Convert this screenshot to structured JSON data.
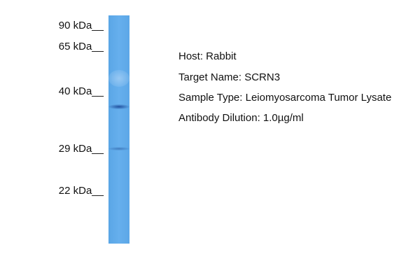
{
  "markers": [
    {
      "label": "90 kDa__"
    },
    {
      "label": "65 kDa__"
    },
    {
      "label": "40 kDa__"
    },
    {
      "label": "29 kDa__"
    },
    {
      "label": "22 kDa__"
    }
  ],
  "bands": [
    {
      "kda": 35,
      "intensity": 0.85
    },
    {
      "kda": 29,
      "intensity": 0.5
    }
  ],
  "info": {
    "host": "Host: Rabbit",
    "target": "Target Name: SCRN3",
    "sample": "Sample Type: Leiomyosarcoma Tumor Lysate",
    "dilution": "Antibody Dilution: 1.0µg/ml"
  },
  "colors": {
    "lane": "#60aaea",
    "band": "#1f4f9a"
  }
}
